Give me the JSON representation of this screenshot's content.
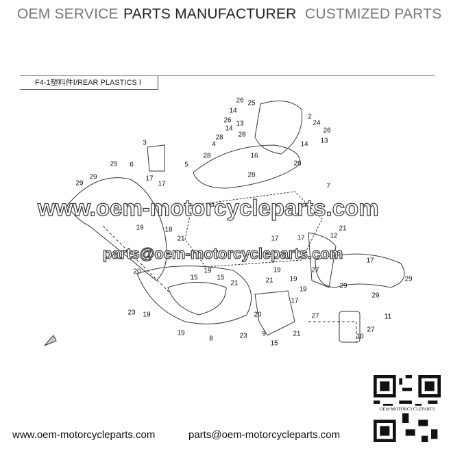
{
  "header": {
    "left": "OEM SERVICE",
    "center": "PARTS MANUFACTURER",
    "right": "CUSTMIZED PARTS"
  },
  "diagram": {
    "title": "F4-1塑料件Ⅰ/REAR PLASTICS Ⅰ",
    "callouts": [
      "26",
      "25",
      "14",
      "26",
      "13",
      "2",
      "24",
      "26",
      "13",
      "28",
      "14",
      "4",
      "28",
      "28",
      "5",
      "16",
      "14",
      "26",
      "28",
      "3",
      "17",
      "17",
      "29",
      "6",
      "29",
      "29",
      "7",
      "21",
      "17",
      "19",
      "27",
      "18",
      "21",
      "12",
      "17",
      "19",
      "20",
      "15",
      "15",
      "19",
      "21",
      "21",
      "19",
      "17",
      "29",
      "29",
      "29",
      "11",
      "23",
      "19",
      "19",
      "8",
      "23",
      "20",
      "9",
      "17",
      "27",
      "21",
      "15",
      "10",
      "27",
      "19"
    ]
  },
  "watermark": {
    "site": "www.oem-motorcycleparts.com",
    "email": "parts@oem-motorcycleparts.com"
  },
  "qr": {
    "label": "OEM-MOTORCYCLEPARTS"
  },
  "footer": {
    "site": "www.oem-motorcycleparts.com",
    "email": "parts@oem-motorcycleparts.com"
  }
}
